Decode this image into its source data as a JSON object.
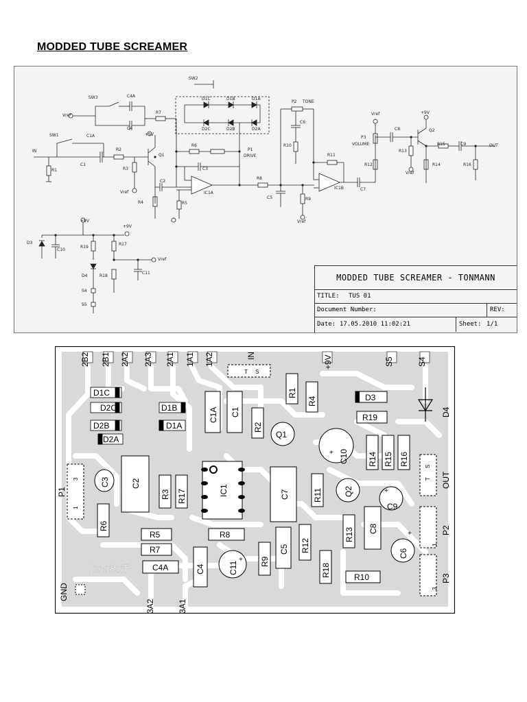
{
  "page_title": "MODDED TUBE SCREAMER",
  "schematic": {
    "labels": {
      "in": "IN",
      "out": "OUT",
      "vref": "Vref",
      "plus9v": "+9V",
      "sw1": "SW1",
      "sw2": "SW2",
      "sw3": "SW3",
      "c1a": "C1A",
      "c1": "C1",
      "c4a": "C4A",
      "c4": "C4",
      "c2": "C2",
      "c3": "C3",
      "c5": "C5",
      "c6": "C6",
      "c7": "C7",
      "c8": "C8",
      "c9": "C9",
      "c10": "C10",
      "c11": "C11",
      "r1": "R1",
      "r2": "R2",
      "r3": "R3",
      "r4": "R4",
      "r5": "R5",
      "r6": "R6",
      "r7": "R7",
      "r8": "R8",
      "r9": "R9",
      "r10": "R10",
      "r11": "R11",
      "r12": "R12",
      "r13": "R13",
      "r14": "R14",
      "r15": "R15",
      "r16": "R16",
      "r17": "R17",
      "r18": "R18",
      "r19": "R19",
      "q1": "Q1",
      "q2": "Q2",
      "ic1a": "IC1A",
      "ic1b": "IC1B",
      "p1": "P1",
      "drive": "DRIVE",
      "p2": "P2",
      "tone": "TONE",
      "p3": "P3",
      "volume": "VOLUME",
      "d1a": "D1A",
      "d1b": "D1B",
      "d1c": "D1C",
      "d2a": "D2A",
      "d2b": "D2B",
      "d2c": "D2C",
      "d3": "D3",
      "d4": "D4",
      "s4": "S4",
      "s5": "S5"
    },
    "title_block": {
      "title_main": "MODDED TUBE SCREAMER - TONMANN",
      "title_label": "TITLE:",
      "title_value": "TUS 01",
      "doc_label": "Document Number:",
      "rev_label": "REV:",
      "date_label": "Date:",
      "date_value": "17.05.2010 11:02:21",
      "sheet_label": "Sheet:",
      "sheet_value": "1/1"
    }
  },
  "pcb": {
    "pad_labels": [
      "2B2",
      "2B1",
      "2A2",
      "2A3",
      "2A1",
      "1A1",
      "1A2",
      "IN",
      "+9V",
      "S5",
      "S4"
    ],
    "bottom_labels": [
      "3A2",
      "3A1"
    ],
    "side_labels": {
      "gnd": "GND",
      "p1": "P1",
      "p2": "P2",
      "p3": "P3",
      "out": "OUT",
      "d4": "D4"
    },
    "silk_text": "TuSc v1",
    "components": {
      "d1c": "D1C",
      "d2c": "D2C",
      "d2b": "D2B",
      "d2a": "D2A",
      "d1b": "D1B",
      "d1a": "D1A",
      "c1a": "C1A",
      "c1": "C1",
      "r1": "R1",
      "r4": "R4",
      "d3": "D3",
      "r19": "R19",
      "r2": "R2",
      "q1": "Q1",
      "c10": "C10",
      "r14": "R14",
      "r15": "R15",
      "r16": "R16",
      "c3": "C3",
      "c2": "C2",
      "r3": "R3",
      "r17": "R17",
      "ic1": "IC1",
      "c7": "C7",
      "r11": "R11",
      "q2": "Q2",
      "c9": "C9",
      "r6": "R6",
      "r5": "R5",
      "r7": "R7",
      "r8": "R8",
      "c4a": "C4A",
      "c4": "C4",
      "c11": "C11",
      "r9": "R9",
      "c5": "C5",
      "r12": "R12",
      "r13": "R13",
      "c8": "C8",
      "r18": "R18",
      "r10": "R10",
      "c6": "C6",
      "t": "T",
      "s": "S",
      "p_num_1": "1",
      "p_num_3": "3"
    }
  }
}
